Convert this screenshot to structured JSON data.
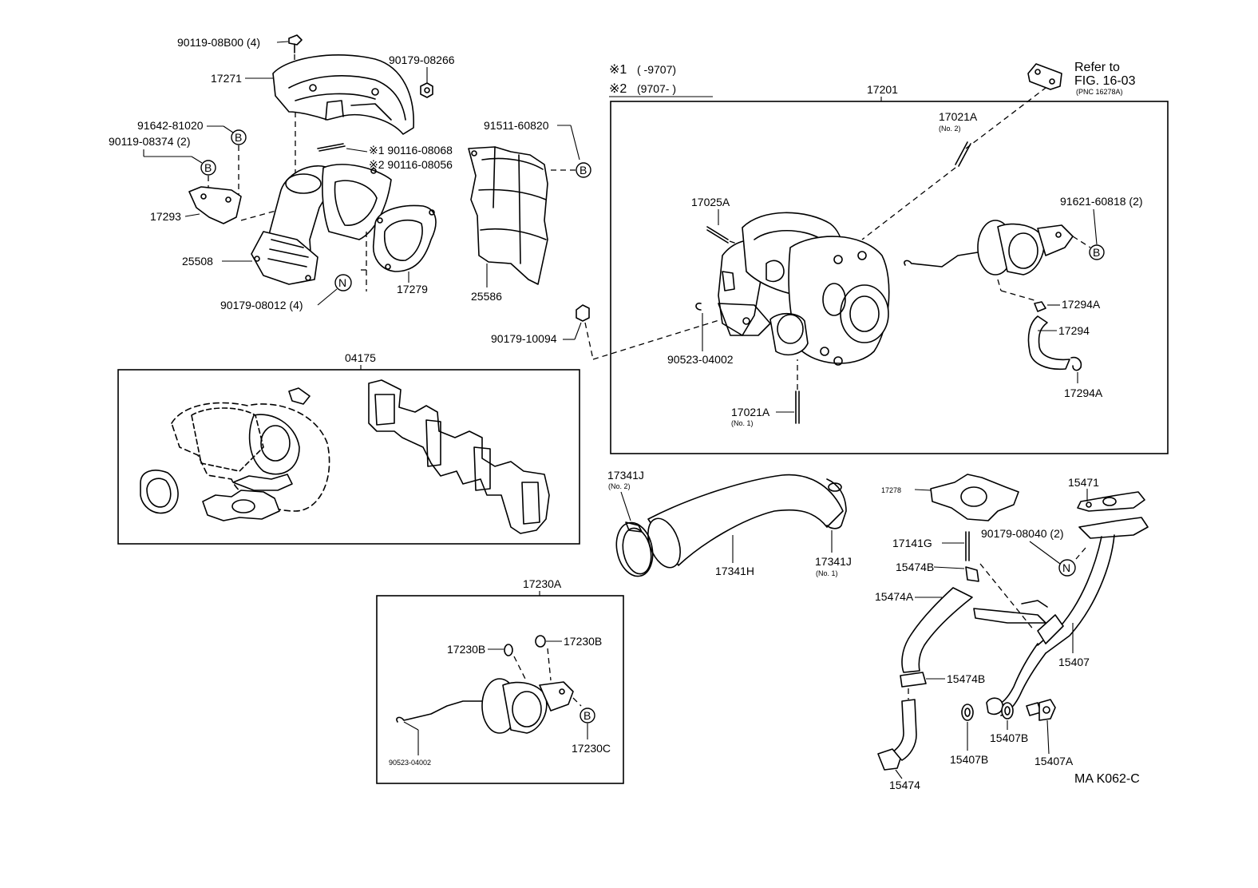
{
  "diagram": {
    "figure_code": "MA K062-C",
    "variants": [
      {
        "mark": "※1",
        "range": "(      -9707)"
      },
      {
        "mark": "※2",
        "range": "(9707-      )"
      }
    ],
    "reference": {
      "line1": "Refer to",
      "line2": "FIG. 16-03",
      "line3": "(PNC 16278A)"
    },
    "symbols": {
      "B": "B",
      "N": "N"
    },
    "groups": {
      "turbo_assy": "17201",
      "gasket_kit": "04175",
      "actuator_assy": "17230A"
    },
    "parts": {
      "p90119_08B00": "90119-08B00 (4)",
      "p17271": "17271",
      "p90179_08266": "90179-08266",
      "p91642_81020": "91642-81020",
      "p90119_08374": "90119-08374 (2)",
      "p90116_08068": "※1 90116-08068",
      "p90116_08056": "※2 90116-08056",
      "p17293": "17293",
      "p25508": "25508",
      "p17279": "17279",
      "p90179_08012": "90179-08012 (4)",
      "p91511_60820": "91511-60820",
      "p25586": "25586",
      "p90179_10094": "90179-10094",
      "p17021A_no2": "17021A",
      "p17021A_no2_sub": "(No. 2)",
      "p17025A": "17025A",
      "p91621_60818": "91621-60818 (2)",
      "p17294A_top": "17294A",
      "p17294": "17294",
      "p17294A_bot": "17294A",
      "p90523_04002_a": "90523-04002",
      "p17021A_no1": "17021A",
      "p17021A_no1_sub": "(No. 1)",
      "p17341J_no2": "17341J",
      "p17341J_no2_sub": "(No. 2)",
      "p17341H": "17341H",
      "p17341J_no1": "17341J",
      "p17341J_no1_sub": "(No. 1)",
      "p17278": "17278",
      "p15471": "15471",
      "p17141G": "17141G",
      "p90179_08040": "90179-08040 (2)",
      "p15474B_top": "15474B",
      "p15474A": "15474A",
      "p15407": "15407",
      "p15474B_bot": "15474B",
      "p15474": "15474",
      "p15407B_a": "15407B",
      "p15407B_b": "15407B",
      "p15407A": "15407A",
      "p17230B_left": "17230B",
      "p17230B_right": "17230B",
      "p90523_04002_b": "90523-04002",
      "p17230C": "17230C"
    }
  }
}
